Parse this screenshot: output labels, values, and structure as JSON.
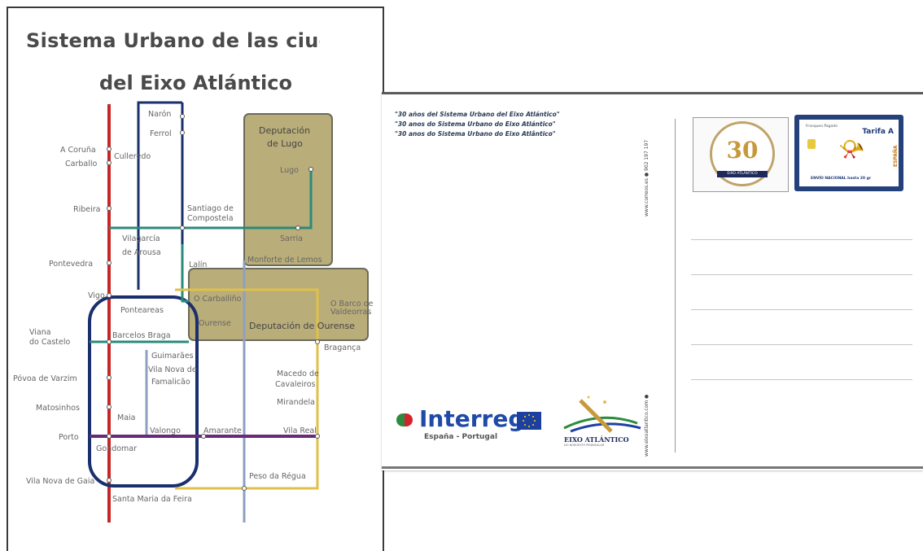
{
  "map": {
    "title_line1": "Sistema Urbano de las ciuda",
    "title_line2": "del Eixo Atlántico",
    "labels": {
      "naron": "Narón",
      "ferrol": "Ferrol",
      "a_coruna": "A Coruña",
      "carballo": "Carballo",
      "culleredo": "Culleredo",
      "ribeira": "Ribeira",
      "santiago_1": "Santiago de",
      "santiago_2": "Compostela",
      "vilagarcia_1": "Vilagarcía",
      "vilagarcia_2": "de Arousa",
      "pontevedra": "Pontevedra",
      "lalin": "Lalín",
      "vigo": "Vigo",
      "ponteareas": "Ponteareas",
      "viana_1": "Viana",
      "viana_2": "do Castelo",
      "barcelos_braga": "Barcelos Braga",
      "guimaraes": "Guimarães",
      "vila_nova_fam_1": "Vila Nova de",
      "vila_nova_fam_2": "Famalicão",
      "povoa": "Póvoa de Varzim",
      "matosinhos": "Matosinhos",
      "maia": "Maia",
      "porto": "Porto",
      "gondomar": "Gondomar",
      "valongo": "Valongo",
      "amarante": "Amarante",
      "vila_real": "Vila Real",
      "vila_nova_gaia": "Vila Nova de Gaia",
      "santa_maria": "Santa Maria da Feira",
      "lugo_dep_1": "Deputación",
      "lugo_dep_2": "de Lugo",
      "lugo": "Lugo",
      "sarria": "Sarria",
      "monforte": "Monforte de Lemos",
      "carballino": "O Carballiño",
      "ourense": "Ourense",
      "ourense_dep": "Deputación de Ourense",
      "barco_1": "O Barco de",
      "barco_2": "Valdeorras",
      "braganca": "Bragança",
      "macedo_1": "Macedo de",
      "macedo_2": "Cavaleiros",
      "mirandela": "Mirandela",
      "peso_regua": "Peso da Régua"
    }
  },
  "postcard": {
    "quote_es": "\"30 años del Sistema Urbano del Eixo Atlántico\"",
    "quote_gl": "\"30 anos do Sistema Urbano do Eixo Atlántico\"",
    "quote_pt": "\"30 anos do Sistema Urbano do Eixo Atlântico\"",
    "side_text_top": "www.correos.es  ●  902 197 197",
    "side_text_bottom": "www.eixoatlantico.com  ●",
    "seal_number": "30",
    "seal_label": "EIXO ATLÁNTICO",
    "stamp_franqueo": "Franqueo Pagado",
    "stamp_tarifa": "Tarifa A",
    "stamp_envio": "ENVÍO NACIONAL hasta 20 gr",
    "stamp_country": "ESPAÑA",
    "interreg_word": "Interreg",
    "interreg_sub": "España - Portugal",
    "eixo_logo_text": "EIXO ATLÁNTICO",
    "eixo_logo_sub": "DO NOROESTE PENINSULAR"
  }
}
